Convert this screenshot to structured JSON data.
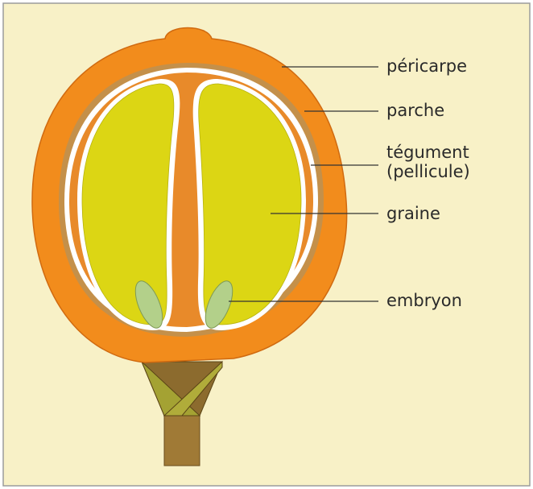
{
  "diagram": {
    "labels": {
      "pericarpe": "péricarpe",
      "parche": "parche",
      "tegument_line1": "tégument",
      "tegument_line2": "(pellicule)",
      "graine": "graine",
      "embryon": "embryon"
    },
    "colors": {
      "background": "#f8f1c7",
      "border": "#9c9c9c",
      "pericarp": "#f28c1c",
      "parchment": "#c4904a",
      "silverskin": "#ffffff",
      "seed": "#dcd614",
      "embryo": "#b3d08a",
      "stem_dark": "#8e6a2c",
      "stem_light": "#9a9b2a",
      "leader_line": "#333333"
    },
    "icons": {
      "fruit": "coffee-cherry-cross-section"
    }
  }
}
